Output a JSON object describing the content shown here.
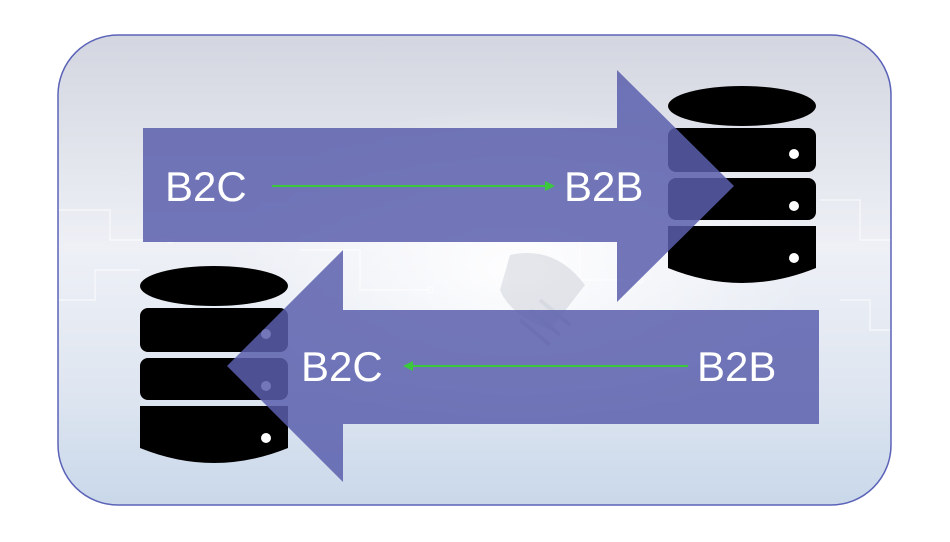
{
  "top_flow": {
    "from_label": "B2C",
    "to_label": "B2B"
  },
  "bottom_flow": {
    "from_label": "B2B",
    "to_label": "B2C"
  },
  "colors": {
    "frame_border": "#5b63b8",
    "arrow_fill": "#5a5fad",
    "connector_line": "#3cc83c",
    "database": "#000000",
    "label_text": "#ffffff"
  },
  "icons": [
    "database-icon",
    "database-icon"
  ]
}
